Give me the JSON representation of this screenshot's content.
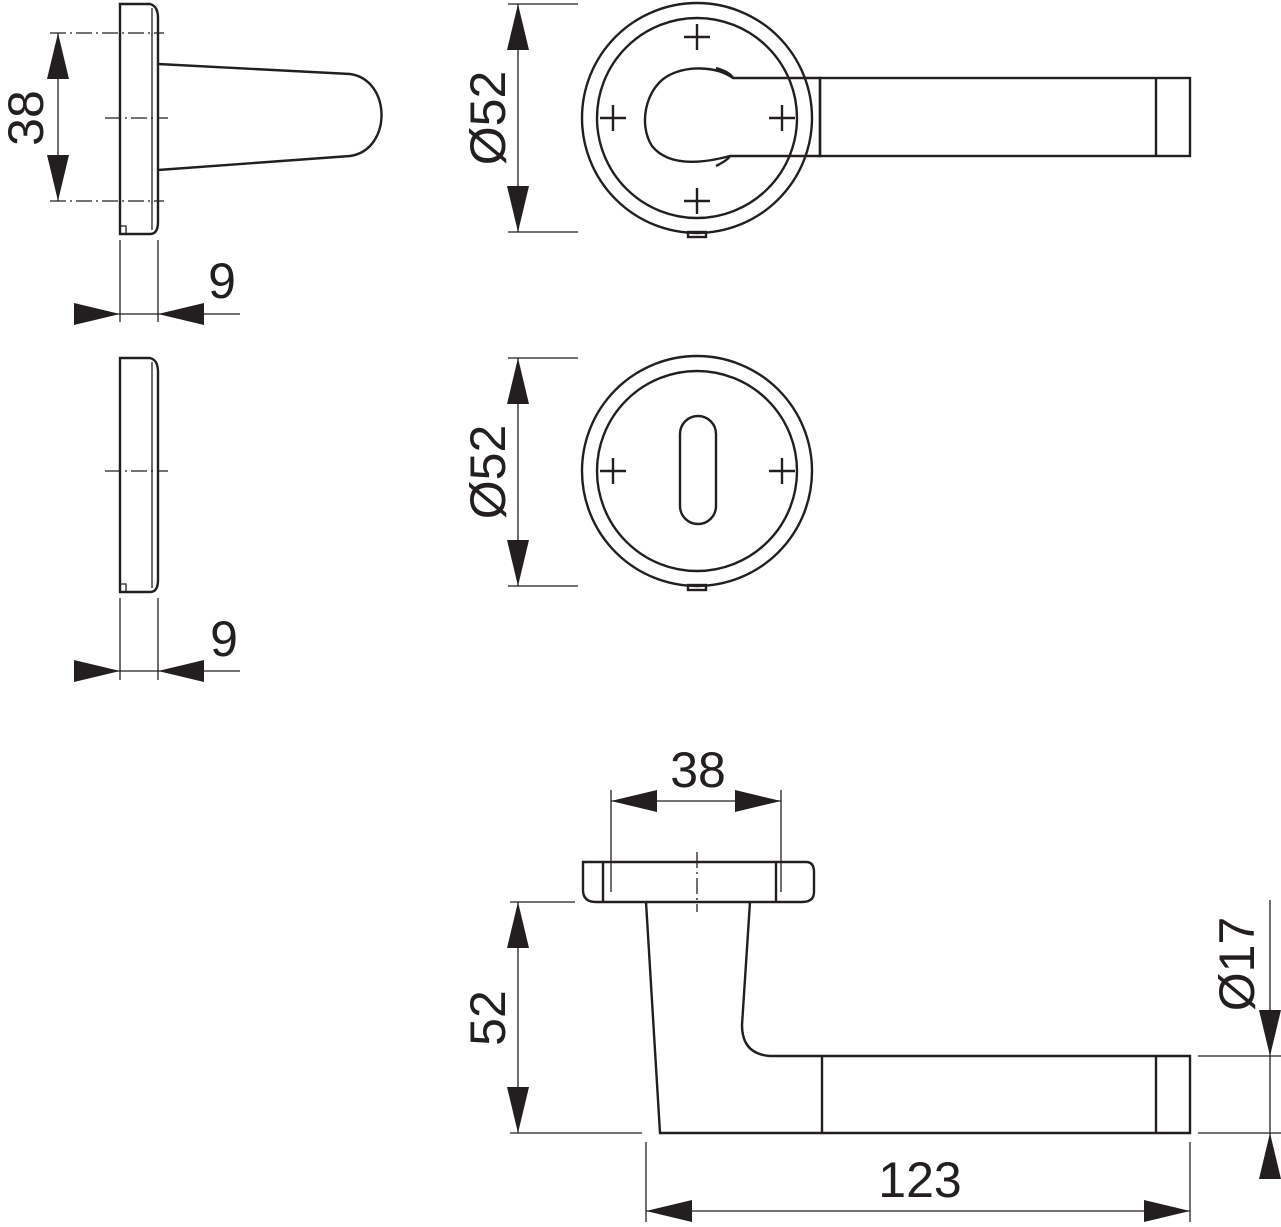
{
  "dimensions": {
    "side_rose_height": "38",
    "side_rose_thickness": "9",
    "side_escutcheon_thickness": "9",
    "rose_diameter": "Ø52",
    "escutcheon_diameter": "Ø52",
    "rose_base_width": "38",
    "lever_height": "52",
    "lever_length": "123",
    "grip_diameter": "Ø17"
  },
  "colors": {
    "line": "#231f20",
    "background": "#ffffff"
  }
}
